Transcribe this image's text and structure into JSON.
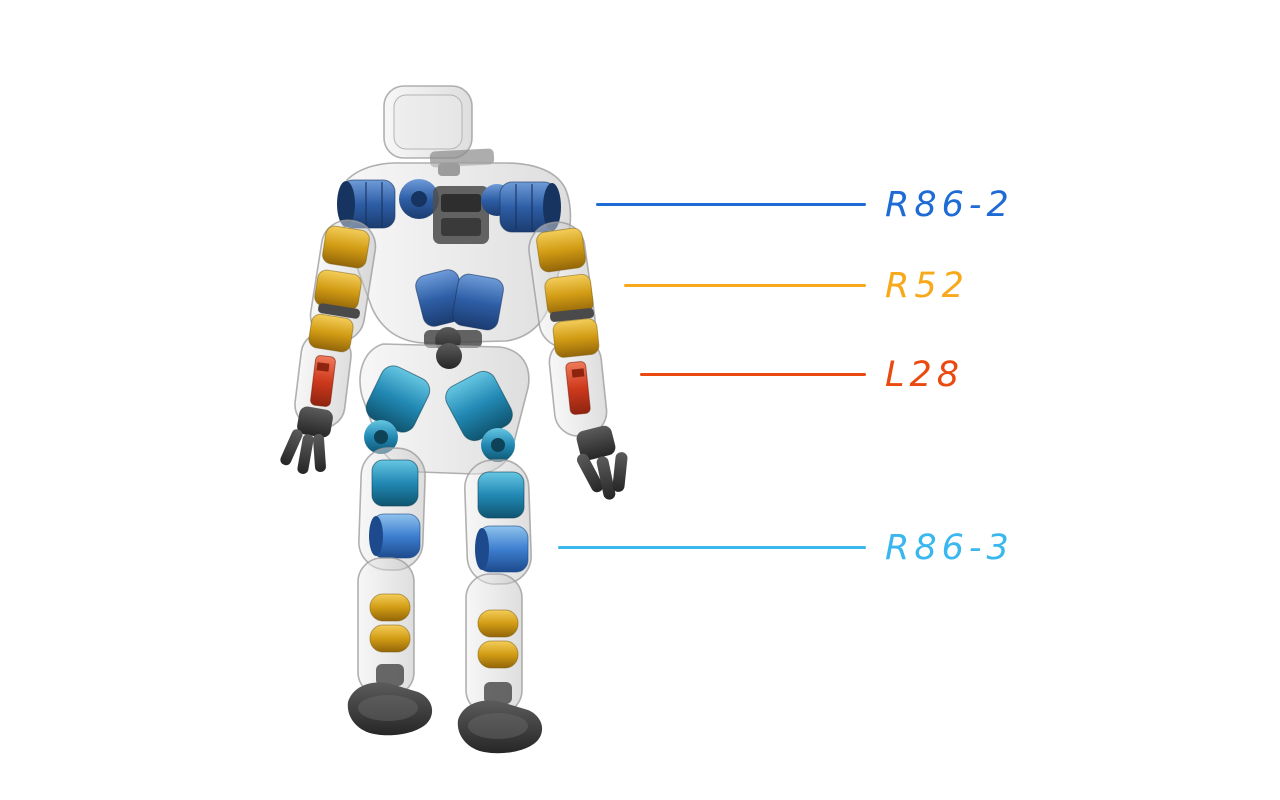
{
  "figure": {
    "background_color": "#ffffff"
  },
  "callouts": [
    {
      "id": "r86-2",
      "label": "R86-2",
      "color": "#1e6bd6"
    },
    {
      "id": "r52",
      "label": "R52",
      "color": "#f7a81b"
    },
    {
      "id": "l28",
      "label": "L28",
      "color": "#ea490f"
    },
    {
      "id": "r86-3",
      "label": "R86-3",
      "color": "#3ab7ee"
    }
  ],
  "palette": {
    "shoulder_actuator_blue": "#2e5ea6",
    "arm_actuator_gold": "#d29c14",
    "forearm_actuator_red": "#cf3a1d",
    "leg_actuator_teal": "#2289b4",
    "knee_actuator_blue": "#3e7fd0",
    "shell_gray": "#d7d7d7",
    "hand_foot_dark": "#333333"
  }
}
